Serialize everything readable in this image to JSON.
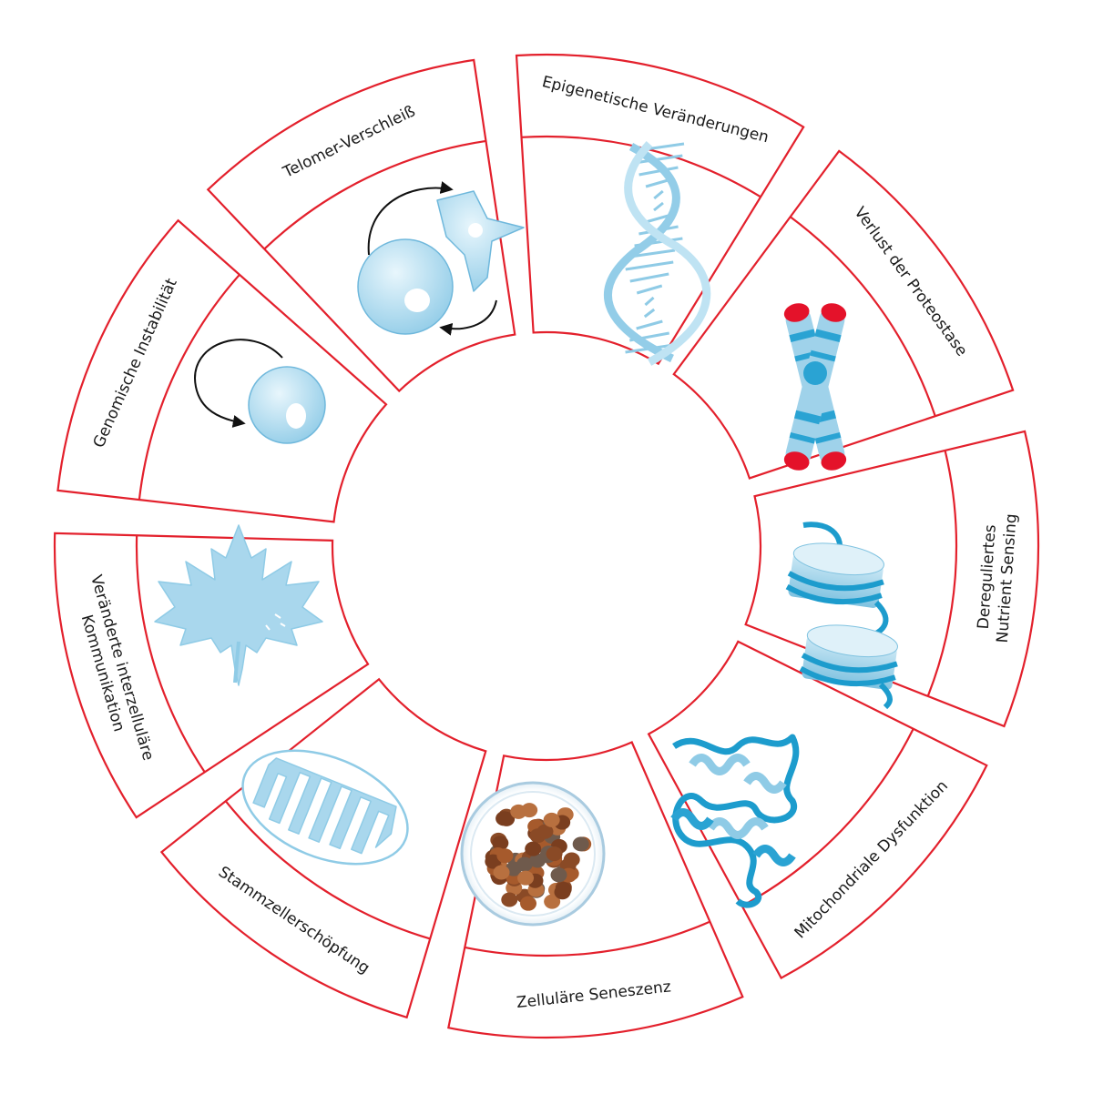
{
  "title": "",
  "segments": [
    {
      "id": "genomic",
      "lines": [
        "Genomische Instabilität"
      ],
      "icon": "dna-helix-icon"
    },
    {
      "id": "telomere",
      "lines": [
        "Telomer-Verschleiß"
      ],
      "icon": "chromosome-icon"
    },
    {
      "id": "epigenetic",
      "lines": [
        "Epigenetische Veränderungen"
      ],
      "icon": "nucleosome-icon"
    },
    {
      "id": "proteostasis",
      "lines": [
        "Verlust der Proteostase"
      ],
      "icon": "protein-ribbon-icon"
    },
    {
      "id": "nutrient",
      "lines": [
        "Dereguliertes",
        "Nutrient Sensing"
      ],
      "icon": "petri-dish-icon"
    },
    {
      "id": "mito",
      "lines": [
        "Mitochondriale Dysfunktion"
      ],
      "icon": "mitochondrion-icon"
    },
    {
      "id": "senescence",
      "lines": [
        "Zelluläre Seneszenz"
      ],
      "icon": "maple-leaf-icon"
    },
    {
      "id": "stemcell",
      "lines": [
        "Stammzellerschöpfung"
      ],
      "icon": "stem-cell-icon"
    },
    {
      "id": "communication",
      "lines": [
        "Veränderte interzelluläre",
        "Kommunikation"
      ],
      "icon": "cell-communication-icon"
    }
  ],
  "colors": {
    "outline": "#e3202c",
    "icon_light": "#bfe3f3",
    "icon_mid": "#5fb6dc",
    "icon_dark": "#1d9ccd",
    "telomere_cap": "#e4122a",
    "nutrient_brown": "#8a4a26"
  }
}
